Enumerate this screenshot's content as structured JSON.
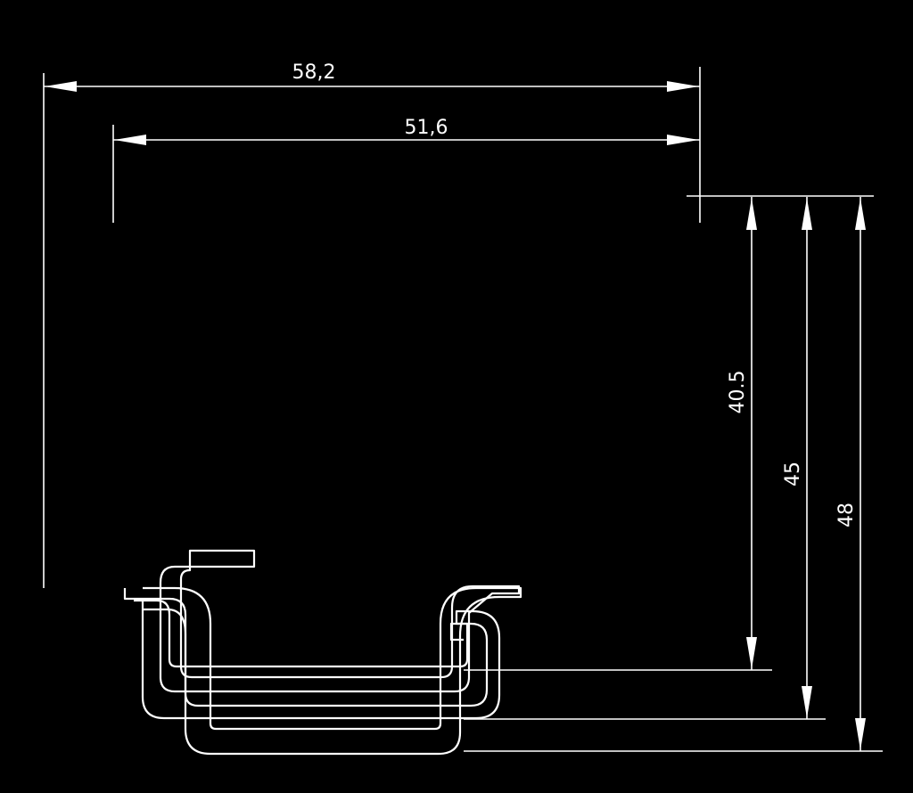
{
  "drawing": {
    "background": "#000000",
    "line_color": "#ffffff",
    "dimensions": {
      "width_outer": "58,2",
      "width_inner": "51,6",
      "height_1": "40.5",
      "height_2": "45",
      "height_3": "48"
    }
  }
}
